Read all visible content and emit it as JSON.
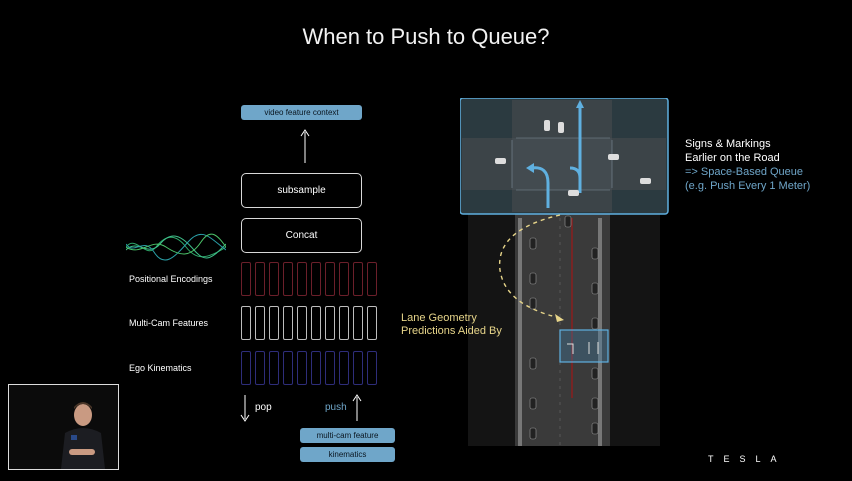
{
  "slide": {
    "title": "When to Push to Queue?",
    "brand": "TESLA"
  },
  "diagram": {
    "top_pill": "video feature context",
    "subsample_label": "subsample",
    "concat_label": "Concat",
    "rows": [
      {
        "label": "Positional Encodings"
      },
      {
        "label": "Multi-Cam Features"
      },
      {
        "label": "Ego Kinematics"
      }
    ],
    "pop_label": "pop",
    "push_label": "push",
    "bottom_pills": [
      "multi-cam feature",
      "kinematics"
    ]
  },
  "annotations": {
    "signs_line1": "Signs & Markings",
    "signs_line2": "Earlier on the Road",
    "queue_line1": "=> Space-Based Queue",
    "queue_line2": "(e.g. Push Every 1 Meter)",
    "lane_line1": "Lane Geometry",
    "lane_line2": "Predictions Aided By"
  },
  "colors": {
    "accent_blue": "#6fa6c9",
    "annotation_yellow": "#e7d58a",
    "pe_cells": "#6b1f2a",
    "mc_cells": "#bdbdbd",
    "ek_cells": "#2e2d7a"
  }
}
